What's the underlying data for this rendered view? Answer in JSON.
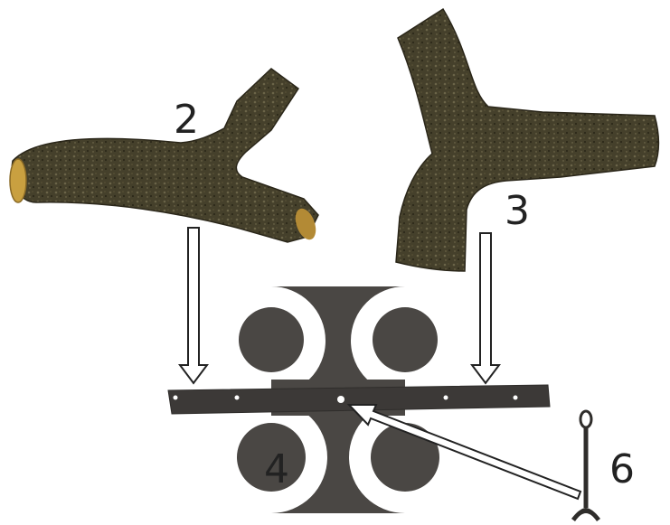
{
  "labels": {
    "log_left": "2",
    "log_right": "3",
    "grate": "4",
    "hook": "6"
  },
  "colors": {
    "bark_dark": "#3a3524",
    "bark_mid": "#4f4a33",
    "bark_light": "#6b6448",
    "wood_end": "#c9a040",
    "metal": "#4a4744",
    "metal_dark": "#2f2d2b",
    "arrow_stroke": "#222222",
    "arrow_fill": "#ffffff"
  },
  "icons": {
    "down_arrow": "down-arrow-icon",
    "pointer_arrow": "pointer-arrow-icon",
    "hook": "hook-tool-icon"
  }
}
